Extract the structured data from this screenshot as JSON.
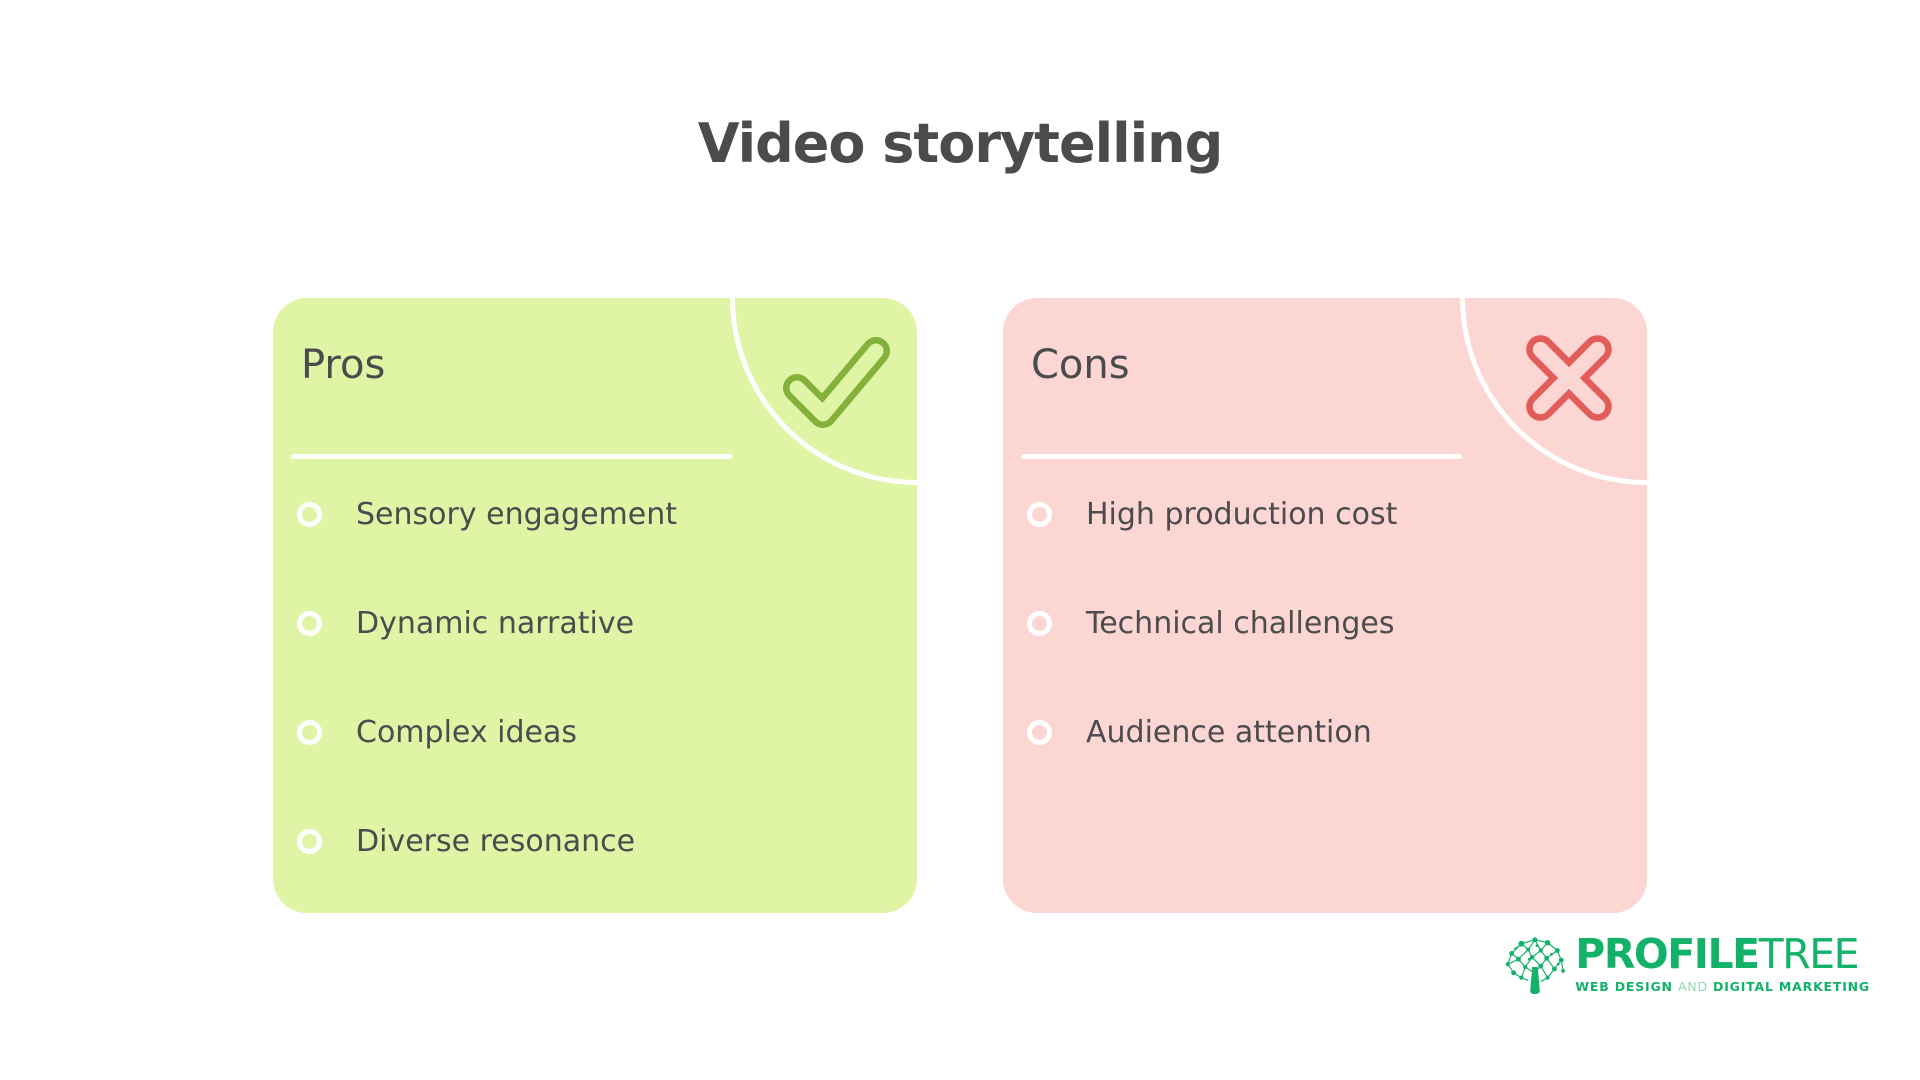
{
  "title": "Video storytelling",
  "colors": {
    "background": "#ffffff",
    "text_dark": "#4b4b4d",
    "pros_card_bg": "#e0f4a5",
    "cons_card_bg": "#fbd6d3",
    "check_green": "#83b13c",
    "cross_red": "#e25d5a",
    "divider_white": "#ffffff",
    "logo_green": "#12b269",
    "logo_green_light": "#90d9b5"
  },
  "pros_card": {
    "header": "Pros",
    "icon": "check-icon",
    "items": [
      "Sensory engagement",
      "Dynamic narrative",
      "Complex ideas",
      "Diverse resonance"
    ]
  },
  "cons_card": {
    "header": "Cons",
    "icon": "cross-icon",
    "items": [
      "High production cost",
      "Technical challenges",
      "Audience attention"
    ]
  },
  "logo": {
    "brand_primary": "PROFILE",
    "brand_secondary": "TREE",
    "tagline_part1": "WEB DESIGN",
    "tagline_part2": "AND",
    "tagline_part3": "DIGITAL MARKETING"
  }
}
